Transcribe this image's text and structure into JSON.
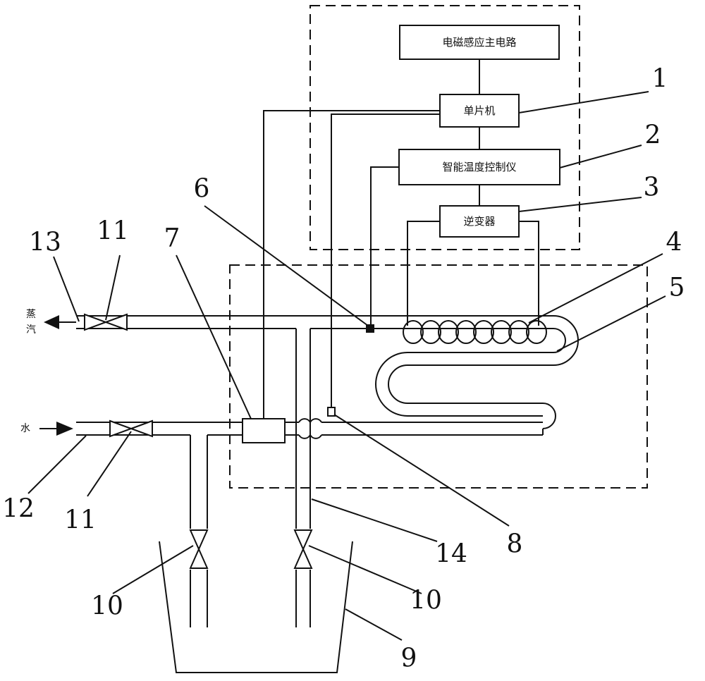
{
  "blocks": {
    "main_circuit": "电磁感应主电路",
    "mcu": "单片机",
    "temp_controller": "智能温度控制仪",
    "inverter": "逆变器"
  },
  "io_labels": {
    "steam": "蒸汽",
    "water": "水"
  },
  "part_numbers": {
    "n1": "1",
    "n2": "2",
    "n3": "3",
    "n4": "4",
    "n5": "5",
    "n6": "6",
    "n7": "7",
    "n8": "8",
    "n9": "9",
    "n10a": "10",
    "n10b": "10",
    "n11a": "11",
    "n11b": "11",
    "n12": "12",
    "n13": "13",
    "n14": "14"
  }
}
